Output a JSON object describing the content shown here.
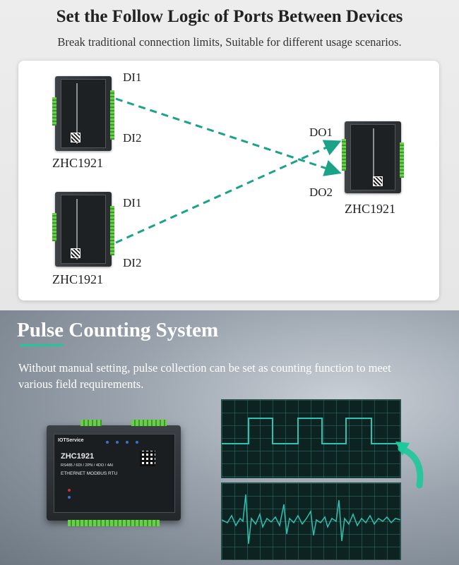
{
  "header": {
    "title": "Set the Follow Logic of Ports Between Devices",
    "subtitle": "Break traditional connection limits, Suitable for different usage scenarios."
  },
  "diagram": {
    "device1": {
      "name": "ZHC1921",
      "port_a": "DI1",
      "port_b": "DI2"
    },
    "device2": {
      "name": "ZHC1921",
      "port_a": "DI1",
      "port_b": "DI2"
    },
    "device3": {
      "name": "ZHC1921",
      "port_a": "DO1",
      "port_b": "DO2"
    },
    "arrow_color": "#1aa386"
  },
  "pulse": {
    "title": "Pulse Counting System",
    "description": "Without manual setting, pulse collection can be set as counting function to meet various field requirements.",
    "accent_color": "#1ec89a",
    "device": {
      "brand": "IOTService",
      "model": "ZHC1921",
      "spec": "RS485 / 6DI / 2PN / 4DO / 4AI",
      "protocol": "ETHERNET  MODBUS RTU"
    }
  }
}
